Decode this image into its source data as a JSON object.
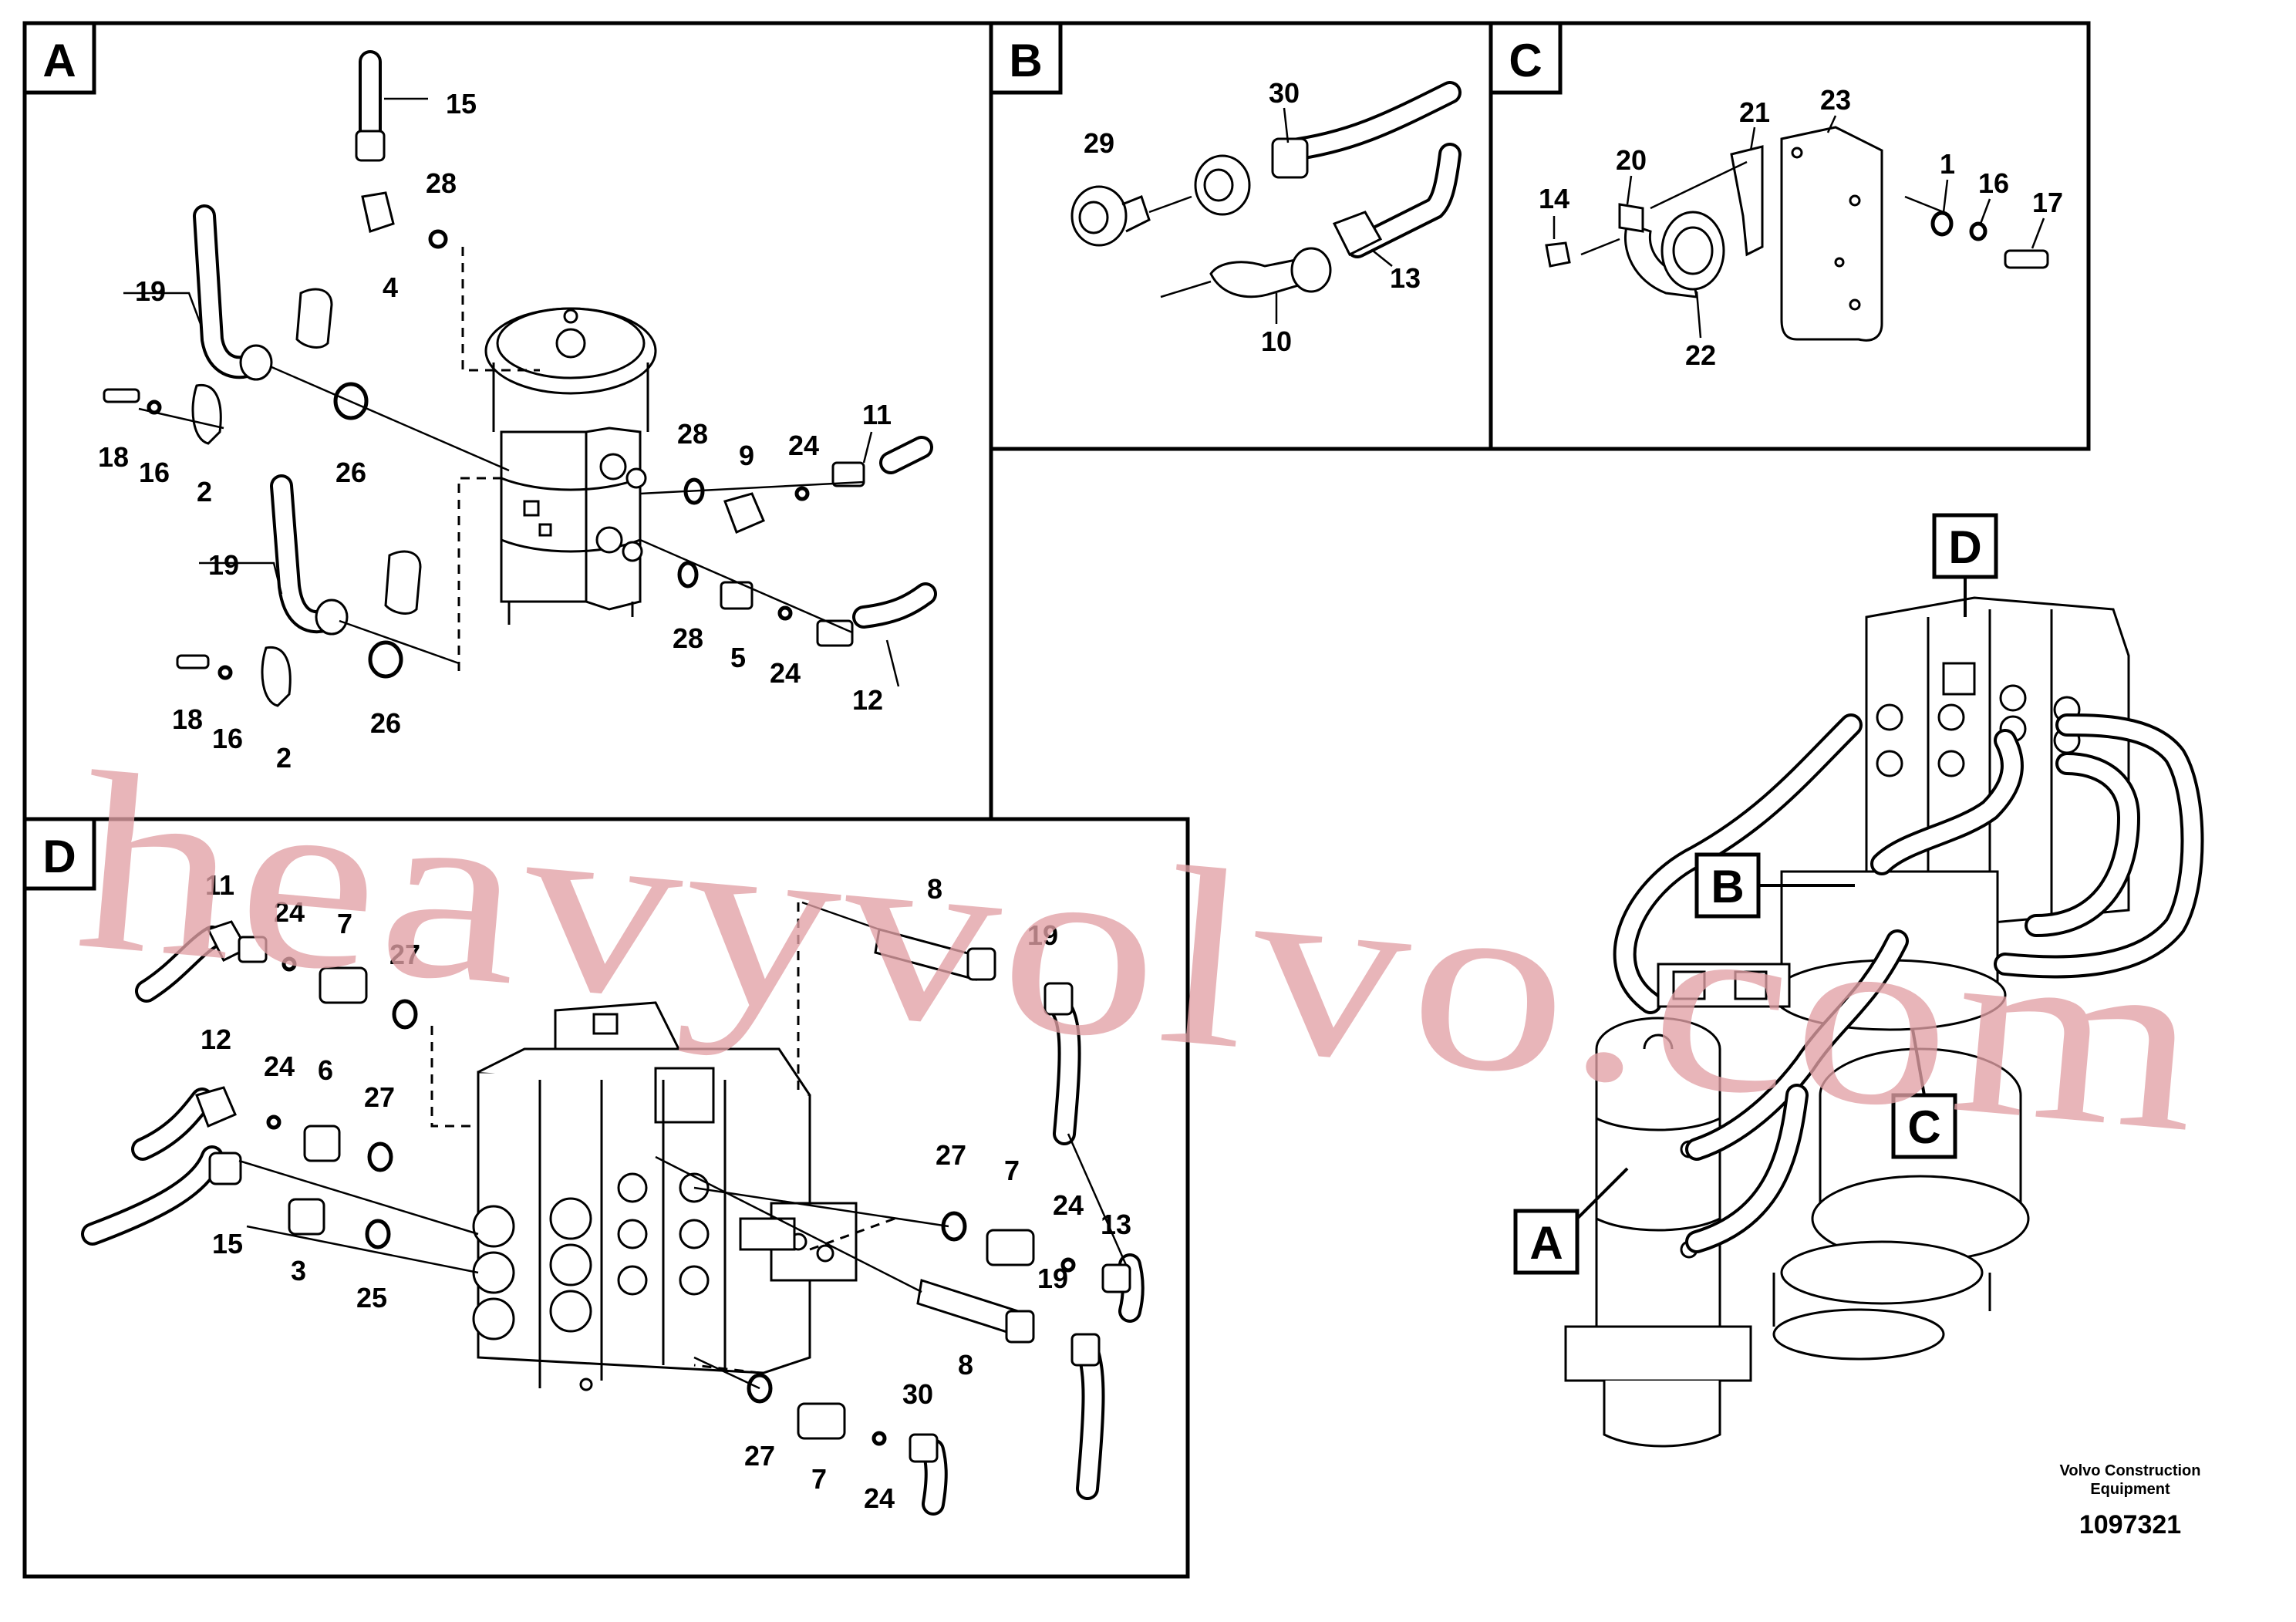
{
  "panels": {
    "A": {
      "letter": "A",
      "labels": {
        "l15": "15",
        "l28a": "28",
        "l4": "4",
        "l19a": "19",
        "l18a": "18",
        "l16a": "16",
        "l2a": "2",
        "l26a": "26",
        "l28b": "28",
        "l9": "9",
        "l24a": "24",
        "l11": "11",
        "l19b": "19",
        "l18b": "18",
        "l16b": "16",
        "l2b": "2",
        "l26b": "26",
        "l28c": "28",
        "l5": "5",
        "l24b": "24",
        "l12": "12"
      }
    },
    "B": {
      "letter": "B",
      "labels": {
        "l29": "29",
        "l30": "30",
        "l10": "10",
        "l13": "13"
      }
    },
    "C": {
      "letter": "C",
      "labels": {
        "l14": "14",
        "l20": "20",
        "l21": "21",
        "l23": "23",
        "l22": "22",
        "l1": "1",
        "l16": "16",
        "l17": "17"
      }
    },
    "D": {
      "letter": "D",
      "labels": {
        "l11": "11",
        "l24a": "24",
        "l7a": "7",
        "l27a": "27",
        "l8a": "8",
        "l19a": "19",
        "l12": "12",
        "l24b": "24",
        "l6": "6",
        "l27b": "27",
        "l15": "15",
        "l3": "3",
        "l25": "25",
        "l27c": "27",
        "l7b": "7",
        "l24c": "24",
        "l13": "13",
        "l19b": "19",
        "l8b": "8",
        "l27d": "27",
        "l7c": "7",
        "l30": "30",
        "l24d": "24"
      }
    }
  },
  "overview": {
    "callouts": {
      "A": "A",
      "B": "B",
      "C": "C",
      "D": "D"
    }
  },
  "watermark": "heavyvolvo.com",
  "footer": {
    "company_line1": "Volvo Construction",
    "company_line2": "Equipment",
    "drawing_number": "1097321"
  },
  "colors": {
    "watermark": "#e2a1a6",
    "line": "#000000",
    "background": "#ffffff"
  }
}
